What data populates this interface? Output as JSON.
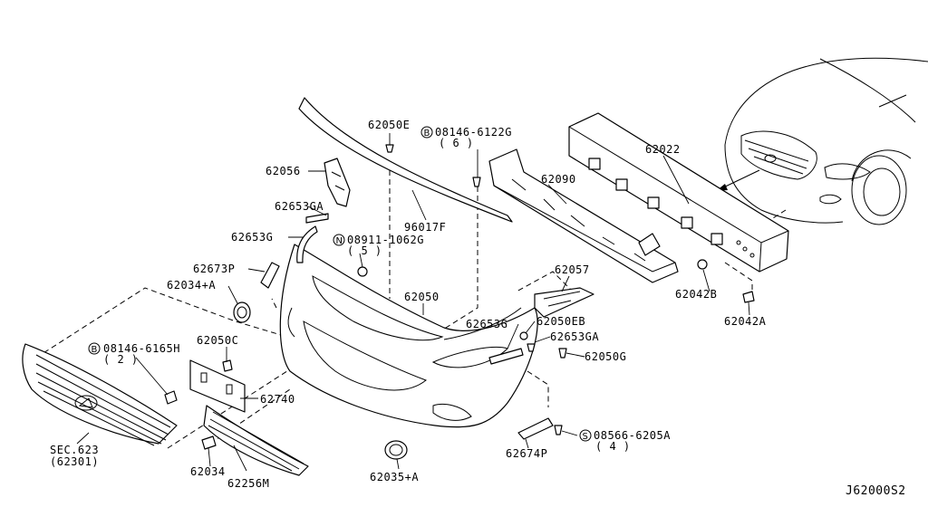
{
  "diagram_id": "J62000S2",
  "parts": {
    "p62050E": "62050E",
    "bolt_top": "08146-6122G",
    "bolt_top_qty": "( 6 )",
    "p62022": "62022",
    "p62056": "62056",
    "p62090": "62090",
    "p62653GA_top": "62653GA",
    "p96017F": "96017F",
    "p62653G_left": "62653G",
    "nut_left": "08911-1062G",
    "nut_left_qty": "( 5 )",
    "p62673P": "62673P",
    "p62034A": "62034+A",
    "p62057": "62057",
    "p62050": "62050",
    "p62042B": "62042B",
    "p62042A": "62042A",
    "p62653G_right": "62653G",
    "p62050EB": "62050EB",
    "p62653GA_right": "62653GA",
    "p62050C": "62050C",
    "bolt_left": "08146-6165H",
    "bolt_left_qty": "( 2 )",
    "p62050G": "62050G",
    "p62740": "62740",
    "screw": "08566-6205A",
    "screw_qty": "( 4 )",
    "sec": "SEC.623",
    "sec_sub": "(62301)",
    "p62034": "62034",
    "p62256M": "62256M",
    "p62035A": "62035+A",
    "p62674P": "62674P"
  },
  "callout_letters": {
    "bolt": "B",
    "nut": "N",
    "screw": "S"
  }
}
